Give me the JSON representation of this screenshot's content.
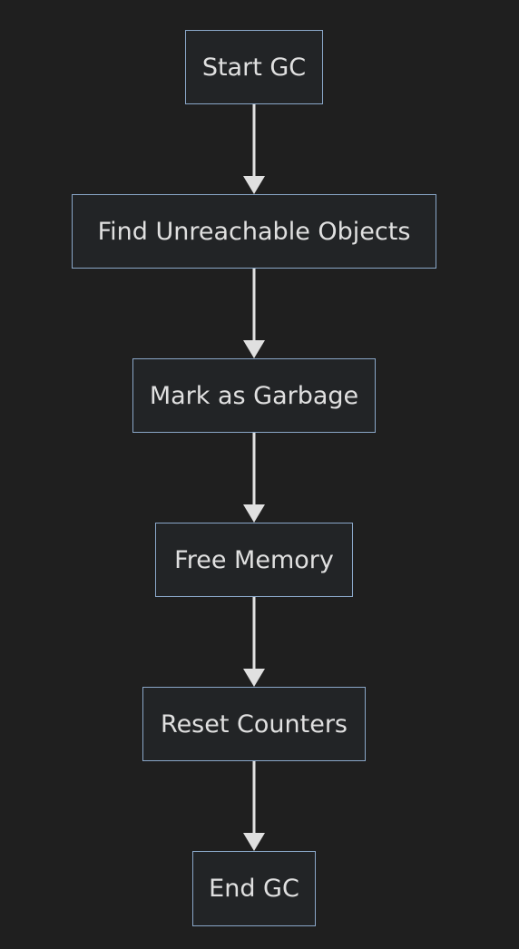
{
  "diagram": {
    "nodes": [
      {
        "id": "start",
        "label": "Start GC"
      },
      {
        "id": "find",
        "label": "Find Unreachable Objects"
      },
      {
        "id": "mark",
        "label": "Mark as Garbage"
      },
      {
        "id": "free",
        "label": "Free Memory"
      },
      {
        "id": "reset",
        "label": "Reset Counters"
      },
      {
        "id": "end",
        "label": "End GC"
      }
    ],
    "edges": [
      {
        "from": "start",
        "to": "find"
      },
      {
        "from": "find",
        "to": "mark"
      },
      {
        "from": "mark",
        "to": "free"
      },
      {
        "from": "free",
        "to": "reset"
      },
      {
        "from": "reset",
        "to": "end"
      }
    ],
    "colors": {
      "background": "#1f1f1f",
      "node_border": "#8aa7c8",
      "node_fill": "#222426",
      "text": "#e0e0e0",
      "edge": "#e0e0e0"
    }
  }
}
